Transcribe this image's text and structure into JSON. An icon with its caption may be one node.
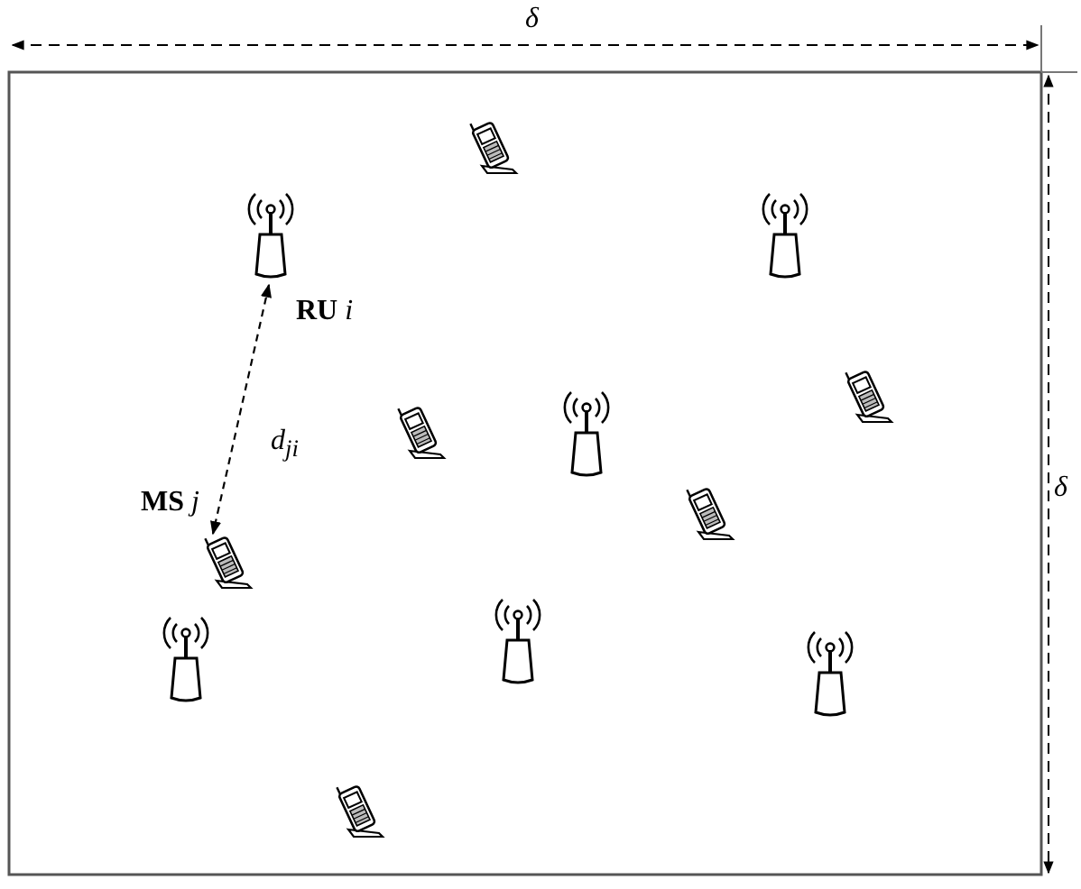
{
  "diagram": {
    "nodes": [
      {
        "text": [],
        "shape": "phone"
      },
      {
        "text": [],
        "shape": "tower"
      },
      {
        "text": [
          "**RU** *i*"
        ]
      },
      {
        "text": [],
        "shape": "phone"
      },
      {
        "text": [],
        "shape": "phone"
      },
      {
        "text": [],
        "shape": "tower"
      },
      {
        "text": [],
        "shape": "phone"
      },
      {
        "text": [
          "**MS** *j*"
        ]
      },
      {
        "text": [],
        "shape": "tower"
      },
      {
        "text": [],
        "shape": "tower"
      },
      {
        "text": [],
        "shape": "tower"
      },
      {
        "text": [],
        "shape": "phone"
      }
    ],
    "edges": [
      {
        "from": 2,
        "to": 7,
        "arrow": "both",
        "style": "dashed",
        "label": "d$_{ji}$"
      }
    ],
    "labels": [
      "δ",
      "δ"
    ]
  }
}
